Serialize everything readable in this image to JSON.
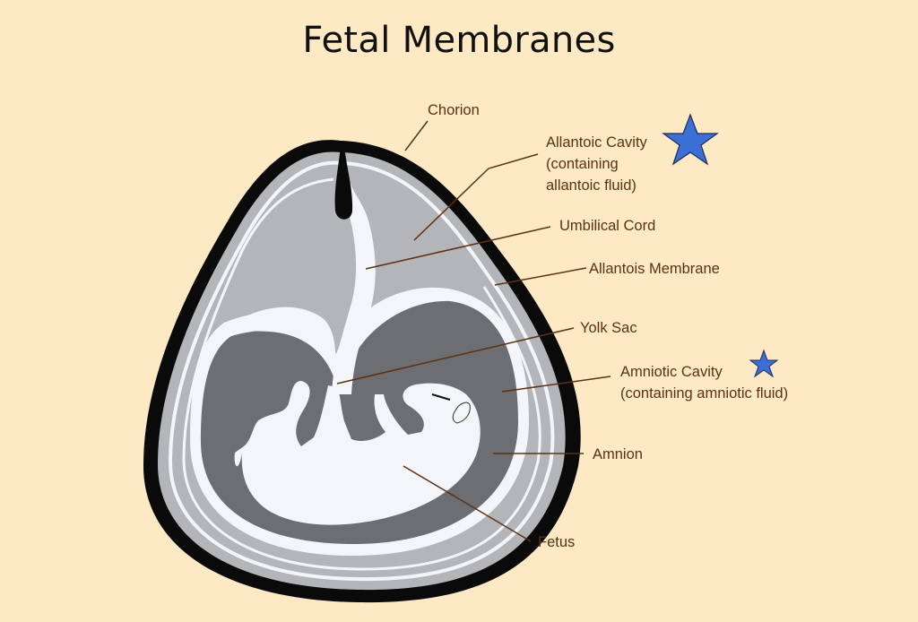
{
  "title": "Fetal Membranes",
  "labels": {
    "chorion": "Chorion",
    "allantoic_cavity_line1": "Allantoic Cavity",
    "allantoic_cavity_line2": "(containing",
    "allantoic_cavity_line3": "allantoic fluid)",
    "umbilical_cord": "Umbilical Cord",
    "allantois_membrane": "Allantois Membrane",
    "yolk_sac": "Yolk Sac",
    "amniotic_cavity_line1": "Amniotic Cavity",
    "amniotic_cavity_line2": "(containing amniotic fluid)",
    "amnion": "Amnion",
    "fetus": "Fetus"
  },
  "markers": [
    {
      "name": "star-allantoic-cavity",
      "color": "#3b6fd6"
    },
    {
      "name": "star-amniotic-cavity",
      "color": "#3b6fd6"
    }
  ],
  "colors": {
    "background": "#fde9c4",
    "chorion": "#0a0a0a",
    "allantoic_fluid": "#b3b5b8",
    "amniotic_fluid": "#6c6e71",
    "membrane": "#f4f5f8",
    "label_text": "#5a3214",
    "star": "#3b6fd6"
  }
}
